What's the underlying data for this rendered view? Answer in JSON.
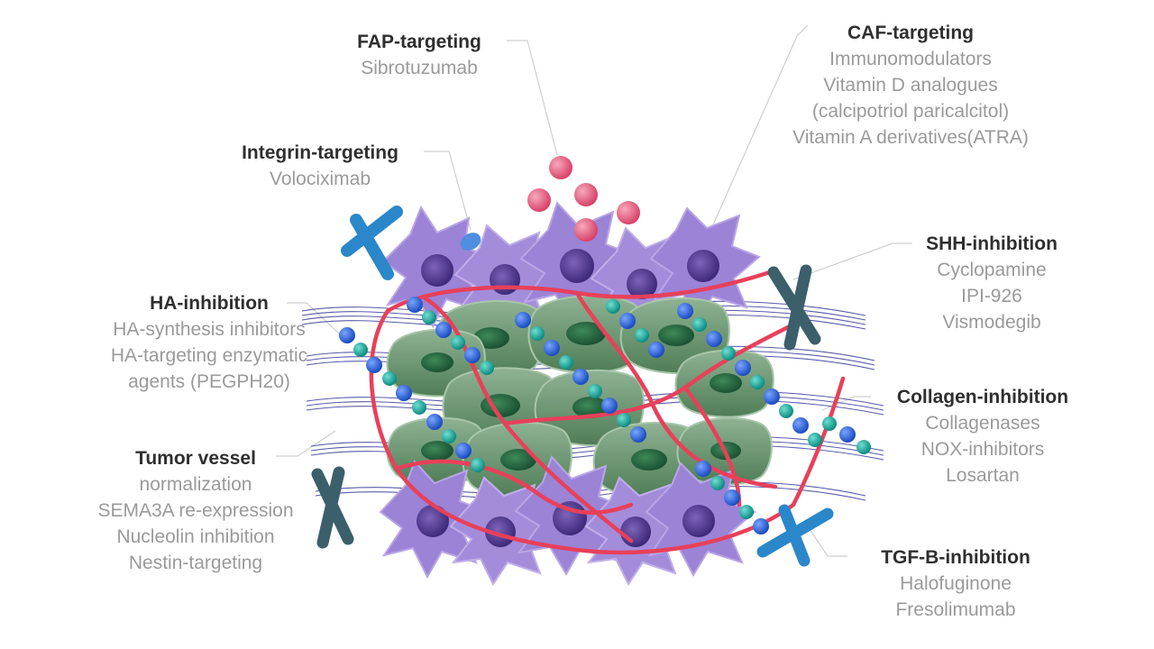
{
  "labels": {
    "fap": {
      "title": "FAP-targeting",
      "items": [
        "Sibrotuzumab"
      ]
    },
    "caf": {
      "title": "CAF-targeting",
      "items": [
        "Immunomodulators",
        "Vitamin D analogues",
        "(calcipotriol paricalcitol)",
        "Vitamin A derivatives(ATRA)"
      ]
    },
    "integrin": {
      "title": "Integrin-targeting",
      "items": [
        "Volociximab"
      ]
    },
    "shh": {
      "title": "SHH-inhibition",
      "items": [
        "Cyclopamine",
        "IPI-926",
        "Vismodegib"
      ]
    },
    "ha": {
      "title": "HA-inhibition",
      "items": [
        "HA-synthesis inhibitors",
        "HA-targeting enzymatic",
        "agents (PEGPH20)"
      ]
    },
    "collagen": {
      "title": "Collagen-inhibition",
      "items": [
        "Collagenases",
        "NOX-inhibitors",
        "Losartan"
      ]
    },
    "vessel": {
      "title": "Tumor vessel",
      "items": [
        "normalization",
        "SEMA3A re-expression",
        "Nucleolin inhibition",
        "Nestin-targeting"
      ]
    },
    "tgfb": {
      "title": "TGF-B-inhibition",
      "items": [
        "Halofuginone",
        "Fresolimumab"
      ]
    }
  },
  "colors": {
    "caf_cell": "#9b83d6",
    "caf_nucleus": "#5a4196",
    "tumor_cell": "#6f9a72",
    "tumor_nucleus": "#2e6a44",
    "vessel": "#e8405a",
    "drug_particle": "#e05b7d",
    "ha_chain_blue": "#2f66d8",
    "ha_chain_teal": "#1aa39a",
    "antibody_blue": "#2a87c9",
    "antibody_dark": "#3b5f6b",
    "collagen_fiber": "#3b3f9a",
    "title_text": "#2f2f2f",
    "body_text": "#9a9a9a"
  }
}
